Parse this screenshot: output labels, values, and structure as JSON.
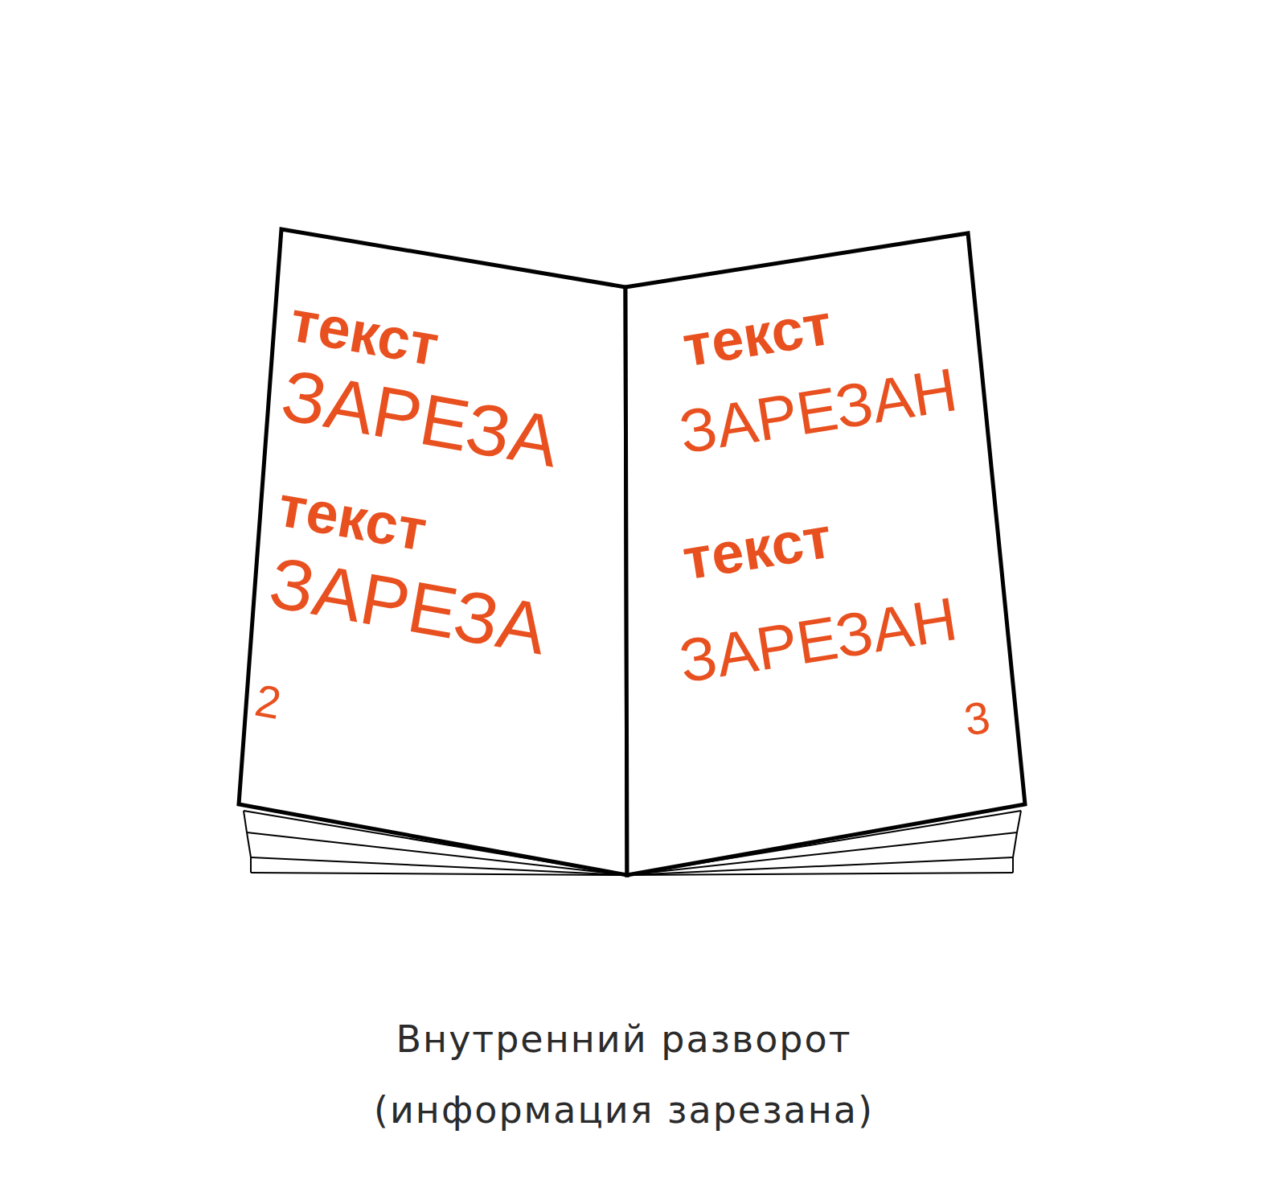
{
  "diagram": {
    "caption": "Внутренний разворот (информация зарезана)",
    "labels": [
      "текст",
      "ЗАРЕЗА",
      "текст",
      "ЗАРЕЗА",
      "2",
      "текст",
      "ЗАРЕЗАН",
      "текст",
      "ЗАРЕЗАН",
      "3"
    ]
  }
}
